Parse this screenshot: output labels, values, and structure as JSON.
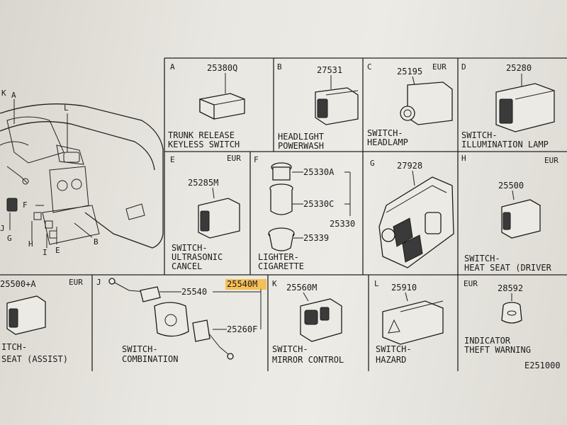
{
  "cells": [
    {
      "id": "A",
      "letter": "A",
      "region": "",
      "part": "25380Q",
      "caption": [
        "TRUNK RELEASE",
        "KEYLESS SWITCH"
      ]
    },
    {
      "id": "B",
      "letter": "B",
      "region": "",
      "part": "27531",
      "caption": [
        "HEADLIGHT",
        "POWERWASH"
      ]
    },
    {
      "id": "C",
      "letter": "C",
      "region": "EUR",
      "part": "25195",
      "caption": [
        "SWITCH-",
        "HEADLAMP"
      ]
    },
    {
      "id": "D",
      "letter": "D",
      "region": "",
      "part": "25280",
      "caption": [
        "SWITCH-",
        "ILLUMINATION LAMP"
      ]
    },
    {
      "id": "E",
      "letter": "E",
      "region": "EUR",
      "part": "25285M",
      "caption": [
        "SWITCH-",
        "ULTRASONIC",
        "CANCEL"
      ]
    },
    {
      "id": "F",
      "letter": "F",
      "region": "",
      "part": "25330",
      "caption": [
        "LIGHTER-",
        "CIGARETTE"
      ]
    },
    {
      "id": "G",
      "letter": "G",
      "region": "",
      "part": "27928",
      "caption": []
    },
    {
      "id": "H",
      "letter": "H",
      "region": "EUR",
      "part": "25500",
      "caption": [
        "SWITCH-",
        "HEAT SEAT (DRIVER"
      ]
    },
    {
      "id": "I",
      "letter": "",
      "region": "EUR",
      "part": "25500+A",
      "caption": [
        "ITCH-",
        "SEAT (ASSIST)"
      ]
    },
    {
      "id": "J",
      "letter": "J",
      "region": "",
      "part": "25260F",
      "caption": [
        "SWITCH-",
        "COMBINATION"
      ]
    },
    {
      "id": "K",
      "letter": "K",
      "region": "",
      "part": "25560M",
      "caption": [
        "SWITCH-",
        "MIRROR CONTROL"
      ]
    },
    {
      "id": "L",
      "letter": "L",
      "region": "",
      "part": "25910",
      "caption": [
        "SWITCH-",
        "HAZARD"
      ]
    },
    {
      "id": "M",
      "letter": "",
      "region": "EUR",
      "part": "28592",
      "caption": [
        "INDICATOR",
        "THEFT WARNING"
      ]
    }
  ],
  "lighter_parts": [
    "25330A",
    "25330C",
    "25339"
  ],
  "combo_parts": [
    "25540",
    "25540M"
  ],
  "dash_letters": [
    "K",
    "A",
    "L",
    "F",
    "J",
    "G",
    "H",
    "I",
    "E",
    "B"
  ],
  "diagram_code": "E251000",
  "highlight_color": "#f6b73c"
}
